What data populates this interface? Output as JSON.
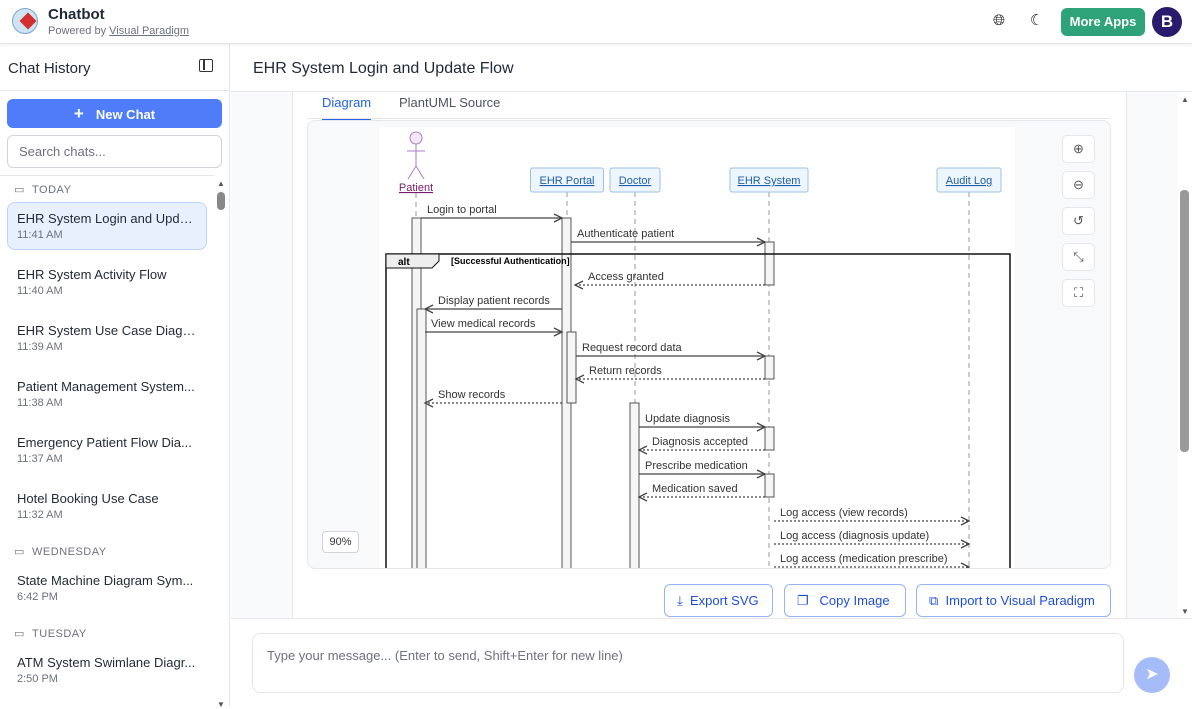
{
  "header": {
    "app_title": "Chatbot",
    "powered_prefix": "Powered by ",
    "powered_link": "Visual Paradigm",
    "more_apps": "More Apps",
    "avatar_letter": "B"
  },
  "sidebar": {
    "title": "Chat History",
    "new_chat": "New Chat",
    "search_placeholder": "Search chats...",
    "groups": [
      {
        "label": "TODAY",
        "items": [
          {
            "title": "EHR System Login and Upda...",
            "time": "11:41 AM"
          },
          {
            "title": "EHR System Activity Flow",
            "time": "11:40 AM"
          },
          {
            "title": "EHR System Use Case Diagram",
            "time": "11:39 AM"
          },
          {
            "title": "Patient Management System...",
            "time": "11:38 AM"
          },
          {
            "title": "Emergency Patient Flow Dia...",
            "time": "11:37 AM"
          },
          {
            "title": "Hotel Booking Use Case",
            "time": "11:32 AM"
          }
        ]
      },
      {
        "label": "WEDNESDAY",
        "items": [
          {
            "title": "State Machine Diagram Sym...",
            "time": "6:42 PM"
          }
        ]
      },
      {
        "label": "TUESDAY",
        "items": [
          {
            "title": "ATM System Swimlane Diagr...",
            "time": "2:50 PM"
          }
        ]
      }
    ]
  },
  "main": {
    "title": "EHR System Login and Update Flow",
    "tabs": [
      "Diagram",
      "PlantUML Source"
    ],
    "zoom": "90%",
    "export_svg": "Export SVG",
    "copy_image": "Copy Image",
    "import_vp": "Import to Visual Paradigm",
    "input_placeholder": "Type your message... (Enter to send, Shift+Enter for new line)"
  },
  "diagram": {
    "participants": [
      "Patient",
      "EHR Portal",
      "Doctor",
      "EHR System",
      "Audit Log"
    ],
    "alt_label": "alt",
    "alt_guard": "[Successful Authentication]",
    "messages": [
      {
        "from": "Patient",
        "to": "EHR Portal",
        "label": "Login to portal",
        "dashed": false
      },
      {
        "from": "EHR Portal",
        "to": "EHR System",
        "label": "Authenticate patient",
        "dashed": false
      },
      {
        "from": "EHR System",
        "to": "EHR Portal",
        "label": "Access granted",
        "dashed": true
      },
      {
        "from": "EHR Portal",
        "to": "Patient",
        "label": "Display patient records",
        "dashed": false
      },
      {
        "from": "Patient",
        "to": "EHR Portal",
        "label": "View medical records",
        "dashed": false
      },
      {
        "from": "EHR Portal",
        "to": "EHR System",
        "label": "Request record data",
        "dashed": false
      },
      {
        "from": "EHR System",
        "to": "EHR Portal",
        "label": "Return records",
        "dashed": true
      },
      {
        "from": "EHR Portal",
        "to": "Patient",
        "label": "Show records",
        "dashed": true
      },
      {
        "from": "Doctor",
        "to": "EHR System",
        "label": "Update diagnosis",
        "dashed": false
      },
      {
        "from": "EHR System",
        "to": "Doctor",
        "label": "Diagnosis accepted",
        "dashed": true
      },
      {
        "from": "Doctor",
        "to": "EHR System",
        "label": "Prescribe medication",
        "dashed": false
      },
      {
        "from": "EHR System",
        "to": "Doctor",
        "label": "Medication saved",
        "dashed": true
      },
      {
        "from": "EHR System",
        "to": "Audit Log",
        "label": "Log access (view records)",
        "dashed": true
      },
      {
        "from": "EHR System",
        "to": "Audit Log",
        "label": "Log access (diagnosis update)",
        "dashed": true
      },
      {
        "from": "EHR System",
        "to": "Audit Log",
        "label": "Log access (medication prescribe)",
        "dashed": true
      }
    ]
  },
  "colors": {
    "accent": "#4f7df9",
    "more_apps": "#2ea37a",
    "avatar": "#2a1a6e"
  }
}
